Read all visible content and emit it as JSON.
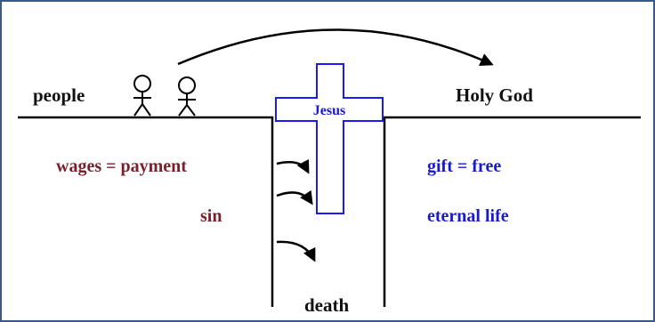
{
  "labels": {
    "people": "people",
    "holy_god": "Holy God",
    "jesus": "Jesus",
    "wages": "wages = payment",
    "sin": "sin",
    "gift": "gift = free",
    "eternal_life": "eternal life",
    "death": "death"
  },
  "colors": {
    "frame": "#3a5a86",
    "line": "#000000",
    "cross": "#1a1aff",
    "left_text": "#7a1f2b",
    "right_text": "#1a1acc",
    "neutral_text": "#111111"
  },
  "icons": [
    "stick-figure-icon",
    "stick-figure-icon",
    "curved-arrow-icon",
    "cross-icon"
  ]
}
